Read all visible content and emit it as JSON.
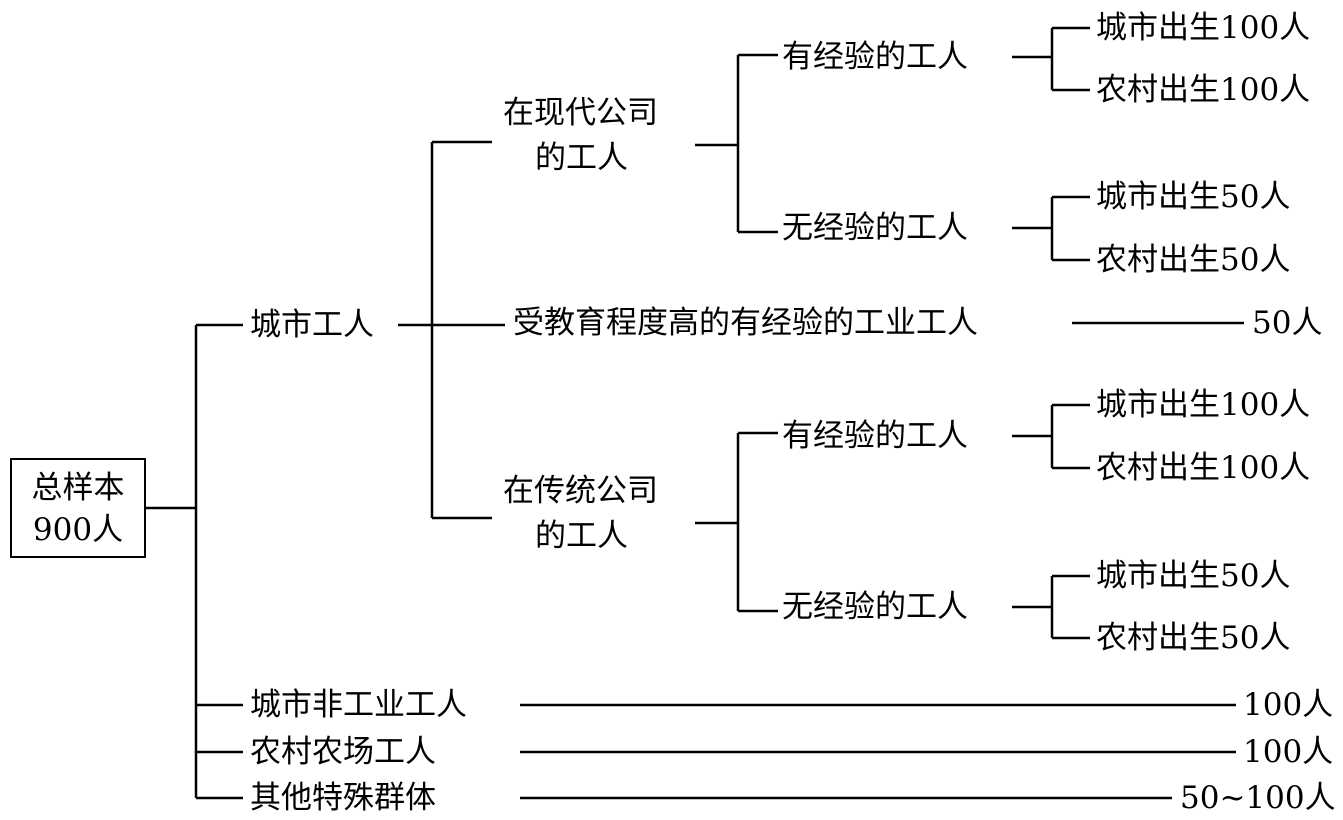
{
  "root": {
    "line1": "总样本",
    "line2": "900人"
  },
  "branches": {
    "urban_workers": "城市工人",
    "urban_nonindustrial": "城市非工业工人",
    "rural_farm": "农村农场工人",
    "special_groups": "其他特殊群体"
  },
  "urban": {
    "modern": {
      "line1": "在现代公司",
      "line2": "的工人"
    },
    "educated": "受教育程度高的有经验的工业工人",
    "traditional": {
      "line1": "在传统公司",
      "line2": "的工人"
    }
  },
  "experience": {
    "experienced": "有经验的工人",
    "inexperienced": "无经验的工人"
  },
  "birth": {
    "city_100": "城市出生100人",
    "rural_100": "农村出生100人",
    "city_50": "城市出生50人",
    "rural_50": "农村出生50人"
  },
  "counts": {
    "educated": "50人",
    "nonindustrial": "100人",
    "farm": "100人",
    "special": "50~100人"
  }
}
